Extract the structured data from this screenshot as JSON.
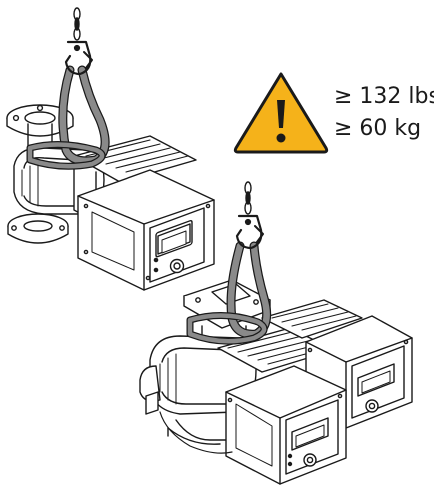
{
  "warning": {
    "icon": "warning-triangle-icon",
    "color": "#f5b21a",
    "weight_lbs": "≥ 132 lbs",
    "weight_kg": "≥ 60 kg"
  },
  "illustrations": [
    {
      "name": "single-pump-illustration",
      "sling": "lifting-sling",
      "hook": "chain-hook-icon"
    },
    {
      "name": "twin-pump-illustration",
      "sling": "lifting-sling",
      "hook": "chain-hook-icon"
    }
  ],
  "colors": {
    "outline": "#1a1a1a",
    "sling": "#7a7a7a",
    "body": "#ffffff",
    "shade": "#e8e8e8"
  }
}
